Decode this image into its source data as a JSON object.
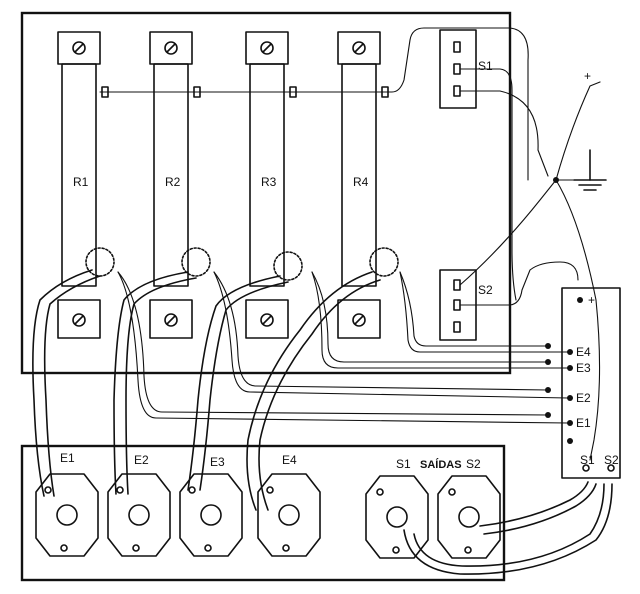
{
  "resistors": [
    {
      "label": "R1"
    },
    {
      "label": "R2"
    },
    {
      "label": "R3"
    },
    {
      "label": "R4"
    }
  ],
  "relay_top_pin": {
    "label": "S1"
  },
  "relay_bottom_pin": {
    "label": "S2"
  },
  "power": {
    "positive": "+",
    "board_positive": "+"
  },
  "terminal_strip": [
    "E4",
    "E3",
    "E2",
    "E1",
    "S1",
    "S2"
  ],
  "transistors": [
    "E1",
    "E2",
    "E3",
    "E4"
  ],
  "outputs_heading": "SAÍDAS",
  "output_jacks": [
    "S1",
    "S2"
  ]
}
